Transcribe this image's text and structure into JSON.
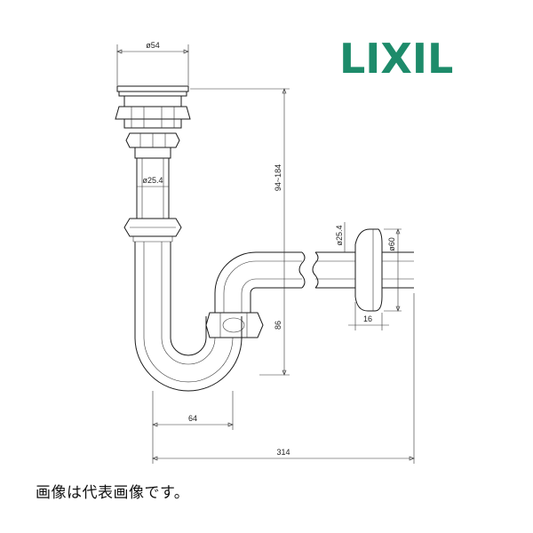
{
  "brand": {
    "logo_text": "LIXIL",
    "logo_color": "#1d8b6a"
  },
  "dimensions": {
    "outlet_dia": "ø54",
    "pipe_dia": "ø25.4",
    "height_range": "94~184",
    "trap_depth": "86",
    "wall_pipe_dia": "ø25.4",
    "flange_dia": "ø60",
    "flange_depth": "16",
    "trap_width": "64",
    "total_length": "314"
  },
  "caption": "画像は代表画像です。"
}
